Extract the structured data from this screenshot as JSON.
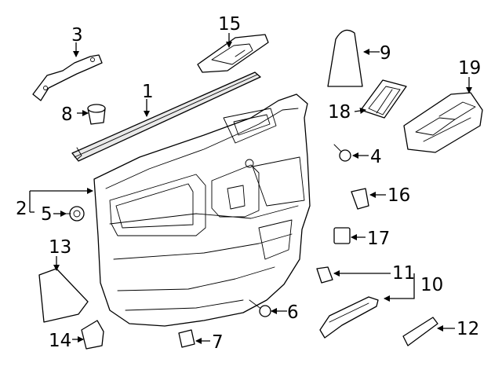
{
  "diagram": {
    "callouts": [
      {
        "id": "c1",
        "label": "1"
      },
      {
        "id": "c2",
        "label": "2"
      },
      {
        "id": "c3",
        "label": "3"
      },
      {
        "id": "c4",
        "label": "4"
      },
      {
        "id": "c5",
        "label": "5"
      },
      {
        "id": "c6",
        "label": "6"
      },
      {
        "id": "c7",
        "label": "7"
      },
      {
        "id": "c8",
        "label": "8"
      },
      {
        "id": "c9",
        "label": "9"
      },
      {
        "id": "c10",
        "label": "10"
      },
      {
        "id": "c11",
        "label": "11"
      },
      {
        "id": "c12",
        "label": "12"
      },
      {
        "id": "c13",
        "label": "13"
      },
      {
        "id": "c14",
        "label": "14"
      },
      {
        "id": "c15",
        "label": "15"
      },
      {
        "id": "c16",
        "label": "16"
      },
      {
        "id": "c17",
        "label": "17"
      },
      {
        "id": "c18",
        "label": "18"
      },
      {
        "id": "c19",
        "label": "19"
      }
    ]
  },
  "colors": {
    "line": "#000000",
    "background": "#ffffff",
    "fill_light": "#e9e9e9"
  }
}
